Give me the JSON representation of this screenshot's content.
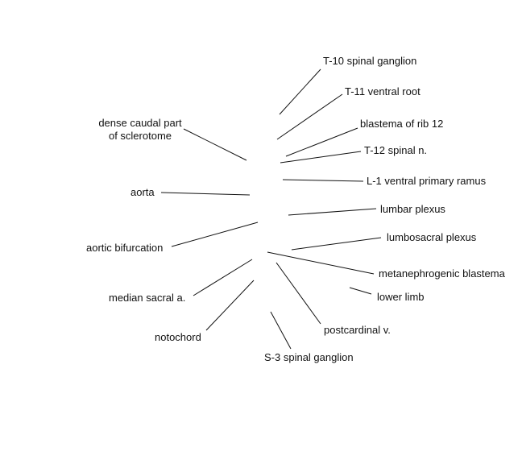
{
  "labels": {
    "t10_spinal_ganglion": "T-10 spinal ganglion",
    "t11_ventral_root": "T-11 ventral root",
    "blastema_rib_12": "blastema of rib 12",
    "t12_spinal_n": "T-12 spinal n.",
    "l1_ventral_primary_ramus": "L-1 ventral primary ramus",
    "lumbar_plexus": "lumbar plexus",
    "lumbosacral_plexus": "lumbosacral plexus",
    "metanephrogenic_blastema": "metanephrogenic blastema",
    "lower_limb": "lower limb",
    "postcardinal_v": "postcardinal v.",
    "s3_spinal_ganglion": "S-3 spinal ganglion",
    "notochord": "notochord",
    "median_sacral_a": "median sacral a.",
    "aortic_bifurcation": "aortic bifurcation",
    "aorta": "aorta",
    "dense_caudal_sclerotome_line1": "dense caudal part",
    "dense_caudal_sclerotome_line2": "of sclerotome"
  }
}
